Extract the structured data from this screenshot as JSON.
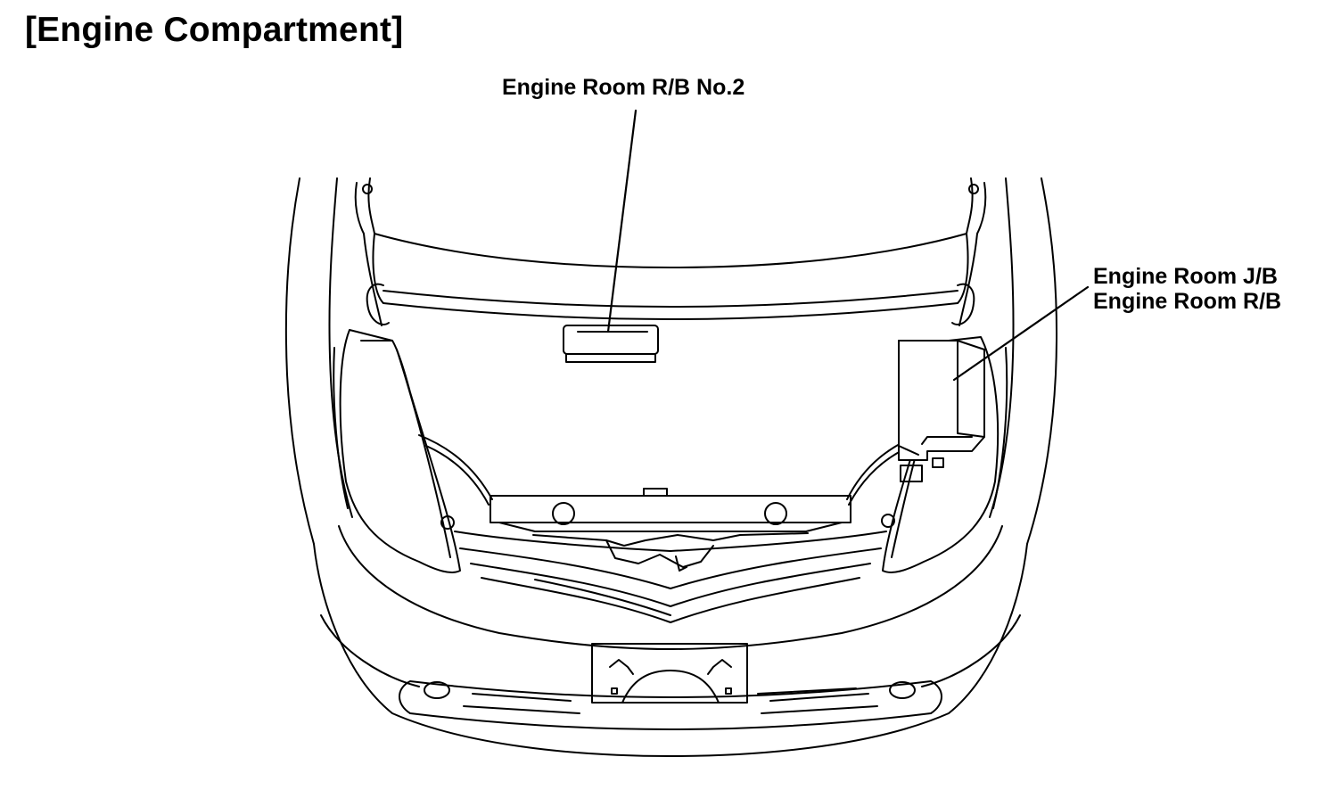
{
  "diagram": {
    "title": "[Engine Compartment]",
    "labels": {
      "relay_block_no2": "Engine Room R/B No.2",
      "junction_block": "Engine Room J/B",
      "relay_block": "Engine Room R/B"
    }
  }
}
